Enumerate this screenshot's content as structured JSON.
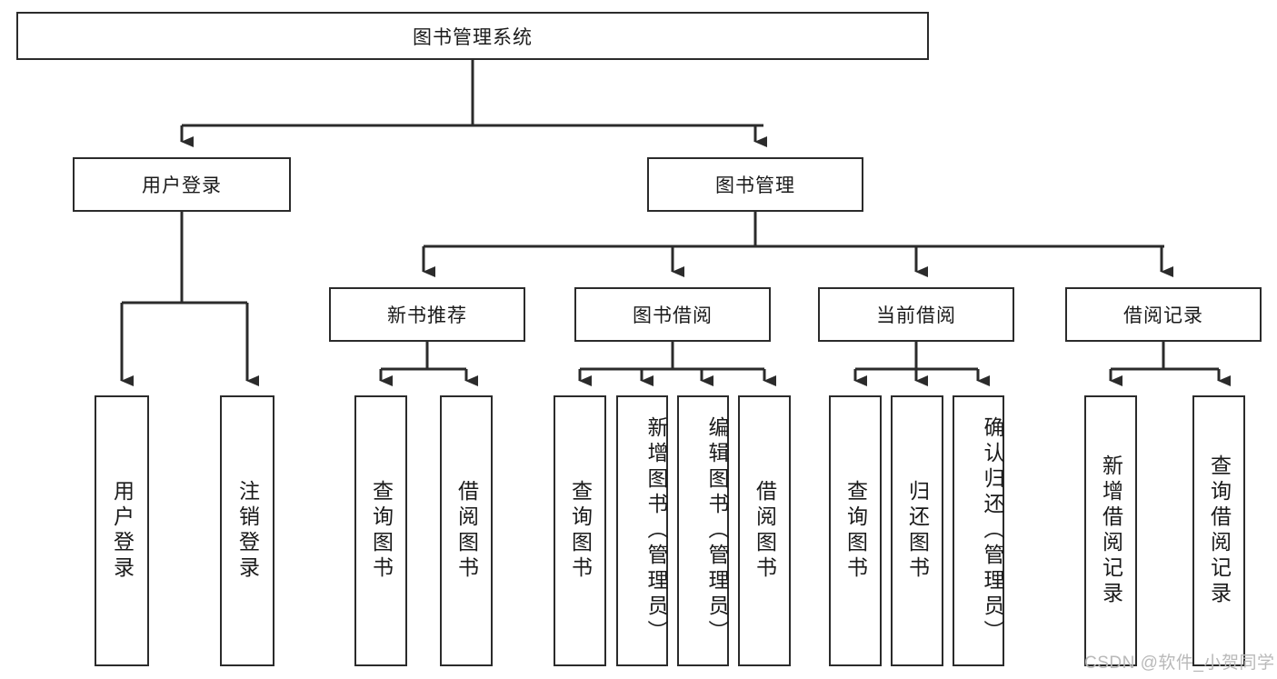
{
  "diagram": {
    "title": "图书管理系统",
    "type": "hierarchy-tree",
    "root": {
      "label": "图书管理系统"
    },
    "level2": [
      {
        "label": "用户登录"
      },
      {
        "label": "图书管理"
      }
    ],
    "level3": [
      {
        "label": "新书推荐"
      },
      {
        "label": "图书借阅"
      },
      {
        "label": "当前借阅"
      },
      {
        "label": "借阅记录"
      }
    ],
    "leaves": {
      "user_login": [
        {
          "label": "用户登录"
        },
        {
          "label": "注销登录"
        }
      ],
      "new_book_recommend": [
        {
          "label": "查询图书"
        },
        {
          "label": "借阅图书"
        }
      ],
      "book_borrow": [
        {
          "label": "查询图书"
        },
        {
          "label": "新增图书（管理员）"
        },
        {
          "label": "编辑图书（管理员）"
        },
        {
          "label": "借阅图书"
        }
      ],
      "current_borrow": [
        {
          "label": "查询图书"
        },
        {
          "label": "归还图书"
        },
        {
          "label": "确认归还（管理员）"
        }
      ],
      "borrow_record": [
        {
          "label": "新增借阅记录"
        },
        {
          "label": "查询借阅记录"
        }
      ]
    }
  },
  "watermark": {
    "text": "CSDN @软件_小贺同学"
  },
  "colors": {
    "stroke": "#2b2b2b",
    "box_fill": "#ffffff",
    "text": "#1a1a1a",
    "watermark": "#b9b9b9",
    "background": "#ffffff"
  }
}
